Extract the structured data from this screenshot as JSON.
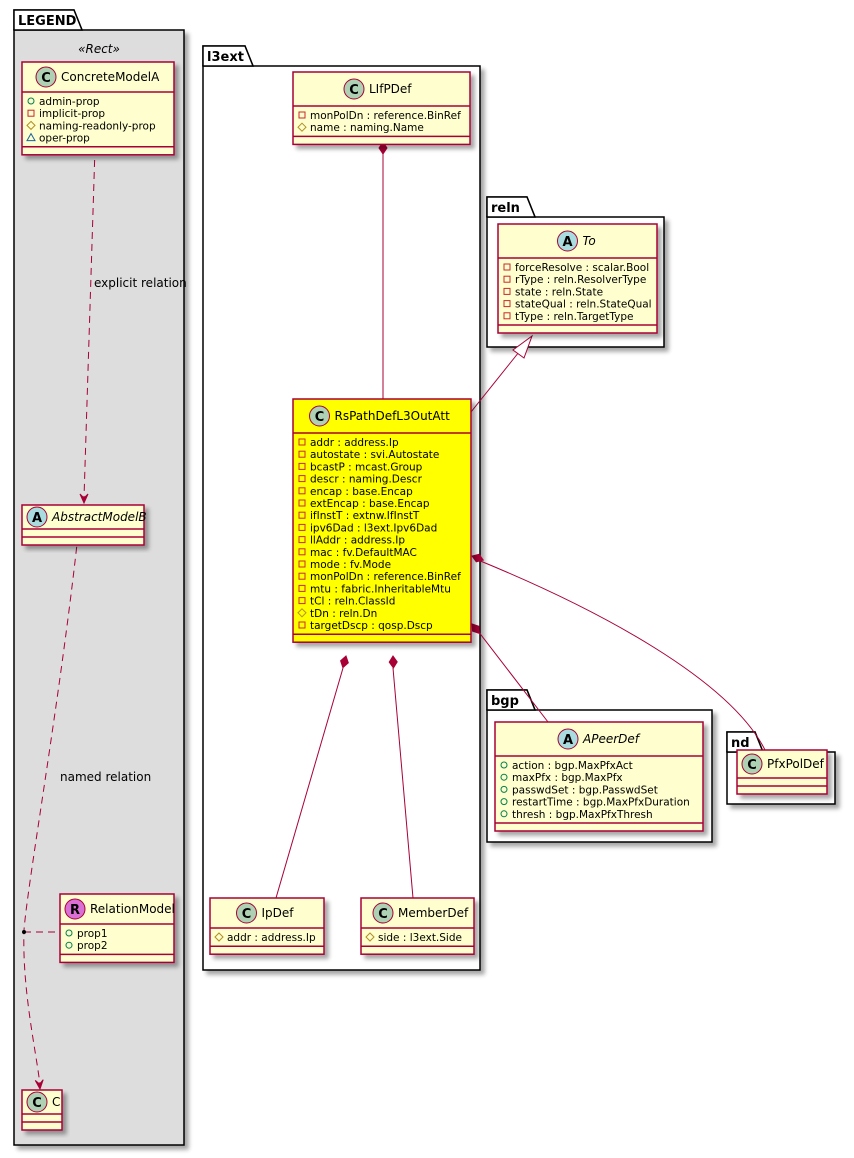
{
  "colors": {
    "class_fill": "#FEFECE",
    "class_border": "#A80036",
    "highlight_fill": "#FFFF00",
    "legend_fill": "#DDDDDD",
    "circle_C": "#ADD1B2",
    "circle_A": "#A9DCDF",
    "circle_R": "#DA70D6",
    "vis_public": "#038048",
    "vis_private": "#C82930",
    "vis_protected": "#B38D22",
    "vis_package": "#1963A0",
    "edge": "#A80036"
  },
  "packages": {
    "legend": {
      "label": "LEGEND",
      "stereotype": "«Rect»"
    },
    "l3ext": {
      "label": "l3ext"
    },
    "reln": {
      "label": "reln"
    },
    "bgp": {
      "label": "bgp"
    },
    "nd": {
      "label": "nd"
    }
  },
  "classes": {
    "concreteModelA": {
      "name": "ConcreteModelA",
      "kind": "C",
      "attrs": [
        {
          "vis": "public",
          "text": "admin-prop"
        },
        {
          "vis": "private",
          "text": "implicit-prop"
        },
        {
          "vis": "protected",
          "text": "naming-readonly-prop"
        },
        {
          "vis": "package",
          "text": "oper-prop"
        }
      ]
    },
    "abstractModelB": {
      "name": "AbstractModelB",
      "kind": "A",
      "attrs": []
    },
    "relationModel": {
      "name": "RelationModel",
      "kind": "R",
      "attrs": [
        {
          "vis": "public",
          "text": "prop1"
        },
        {
          "vis": "public",
          "text": "prop2"
        }
      ]
    },
    "c": {
      "name": "C",
      "kind": "C",
      "attrs": []
    },
    "lIfPDef": {
      "name": "LIfPDef",
      "kind": "C",
      "attrs": [
        {
          "vis": "private",
          "text": "monPolDn : reference.BinRef"
        },
        {
          "vis": "protected",
          "text": "name : naming.Name"
        }
      ]
    },
    "to": {
      "name": "To",
      "kind": "A",
      "attrs": [
        {
          "vis": "private",
          "text": "forceResolve : scalar.Bool"
        },
        {
          "vis": "private",
          "text": "rType : reln.ResolverType"
        },
        {
          "vis": "private",
          "text": "state : reln.State"
        },
        {
          "vis": "private",
          "text": "stateQual : reln.StateQual"
        },
        {
          "vis": "private",
          "text": "tType : reln.TargetType"
        }
      ]
    },
    "rsPathDefL3OutAtt": {
      "name": "RsPathDefL3OutAtt",
      "kind": "C",
      "attrs": [
        {
          "vis": "private",
          "text": "addr : address.Ip"
        },
        {
          "vis": "private",
          "text": "autostate : svi.Autostate"
        },
        {
          "vis": "private",
          "text": "bcastP : mcast.Group"
        },
        {
          "vis": "private",
          "text": "descr : naming.Descr"
        },
        {
          "vis": "private",
          "text": "encap : base.Encap"
        },
        {
          "vis": "private",
          "text": "extEncap : base.Encap"
        },
        {
          "vis": "private",
          "text": "ifInstT : extnw.IfInstT"
        },
        {
          "vis": "private",
          "text": "ipv6Dad : l3ext.Ipv6Dad"
        },
        {
          "vis": "private",
          "text": "llAddr : address.Ip"
        },
        {
          "vis": "private",
          "text": "mac : fv.DefaultMAC"
        },
        {
          "vis": "private",
          "text": "mode : fv.Mode"
        },
        {
          "vis": "private",
          "text": "monPolDn : reference.BinRef"
        },
        {
          "vis": "private",
          "text": "mtu : fabric.InheritableMtu"
        },
        {
          "vis": "private",
          "text": "tCl : reln.ClassId"
        },
        {
          "vis": "protected",
          "text": "tDn : reln.Dn"
        },
        {
          "vis": "private",
          "text": "targetDscp : qosp.Dscp"
        }
      ]
    },
    "aPeerDef": {
      "name": "APeerDef",
      "kind": "A",
      "attrs": [
        {
          "vis": "public",
          "text": "action : bgp.MaxPfxAct"
        },
        {
          "vis": "public",
          "text": "maxPfx : bgp.MaxPfx"
        },
        {
          "vis": "public",
          "text": "passwdSet : bgp.PasswdSet"
        },
        {
          "vis": "public",
          "text": "restartTime : bgp.MaxPfxDuration"
        },
        {
          "vis": "public",
          "text": "thresh : bgp.MaxPfxThresh"
        }
      ]
    },
    "pfxPolDef": {
      "name": "PfxPolDef",
      "kind": "C",
      "attrs": []
    },
    "ipDef": {
      "name": "IpDef",
      "kind": "C",
      "attrs": [
        {
          "vis": "protected",
          "text": "addr : address.Ip"
        }
      ]
    },
    "memberDef": {
      "name": "MemberDef",
      "kind": "C",
      "attrs": [
        {
          "vis": "protected",
          "text": "side : l3ext.Side"
        }
      ]
    }
  },
  "relations": {
    "explicit": {
      "label": "explicit relation",
      "from": "ConcreteModelA",
      "to": "AbstractModelB",
      "type": "dependency"
    },
    "named": {
      "label": "named relation",
      "from": "AbstractModelB",
      "to": "C",
      "type": "dependency",
      "association_class": "RelationModel"
    },
    "edges": [
      {
        "from": "LIfPDef",
        "to": "RsPathDefL3OutAtt",
        "type": "composition"
      },
      {
        "from": "To",
        "to": "RsPathDefL3OutAtt",
        "type": "generalization"
      },
      {
        "from": "RsPathDefL3OutAtt",
        "to": "APeerDef",
        "type": "composition"
      },
      {
        "from": "RsPathDefL3OutAtt",
        "to": "PfxPolDef",
        "type": "composition"
      },
      {
        "from": "RsPathDefL3OutAtt",
        "to": "IpDef",
        "type": "composition"
      },
      {
        "from": "RsPathDefL3OutAtt",
        "to": "MemberDef",
        "type": "composition"
      }
    ]
  }
}
